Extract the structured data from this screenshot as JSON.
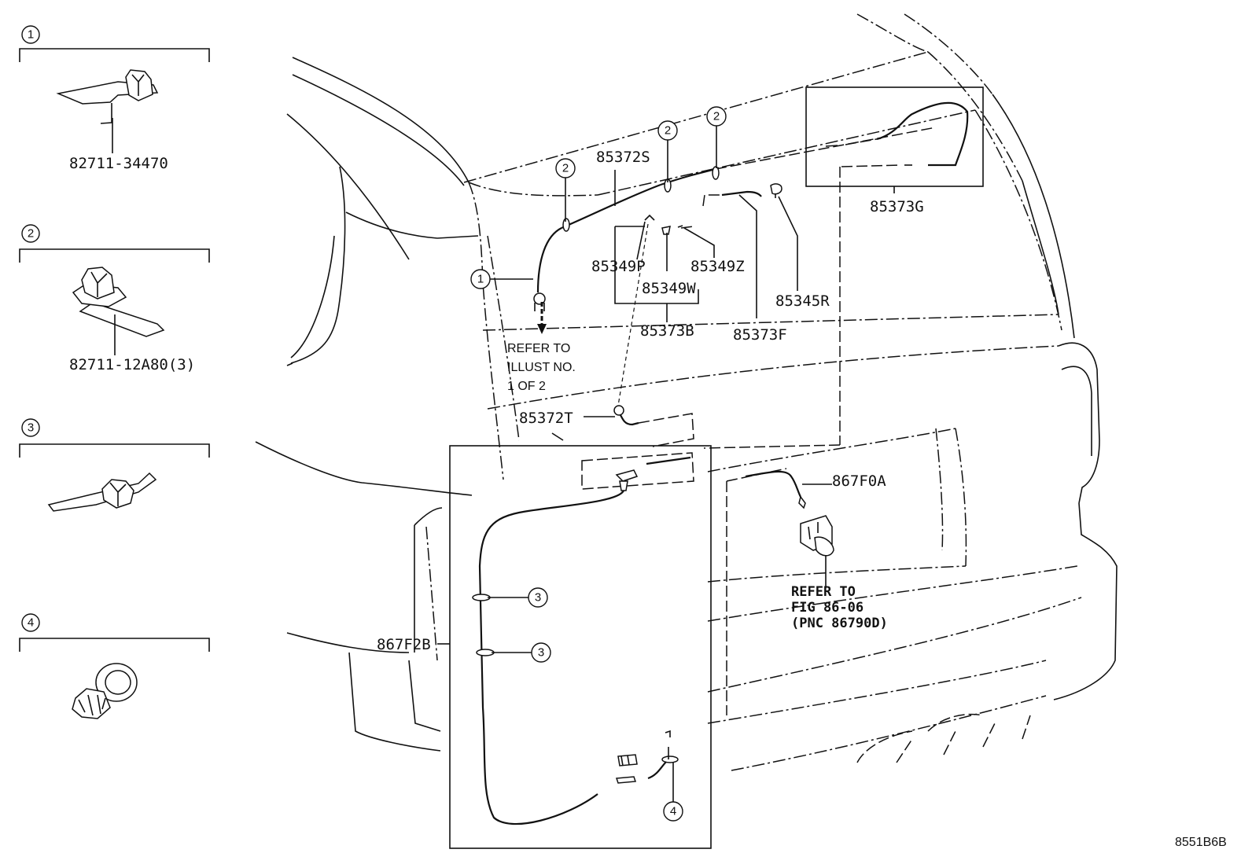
{
  "legend": [
    {
      "ref": "1",
      "part": "82711-34470"
    },
    {
      "ref": "2",
      "part": "82711-12A80(3)"
    },
    {
      "ref": "3",
      "part": ""
    },
    {
      "ref": "4",
      "part": ""
    }
  ],
  "parts": {
    "p85372S": "85372S",
    "p85373G": "85373G",
    "p85349P": "85349P",
    "p85349Z": "85349Z",
    "p85349W": "85349W",
    "p85345R": "85345R",
    "p85373B": "85373B",
    "p85373F": "85373F",
    "p85372T": "85372T",
    "p867F0A": "867F0A",
    "p867F2B": "867F2B"
  },
  "callouts": {
    "c1": "1",
    "c2": "2",
    "c3": "3",
    "c4": "4"
  },
  "refer_left": [
    "REFER TO",
    "ILLUST NO.",
    "1 OF 2"
  ],
  "refer_right": [
    "REFER TO",
    "FIG 86-06",
    "(PNC 86790D)"
  ],
  "diagram_code": "8551B6B"
}
